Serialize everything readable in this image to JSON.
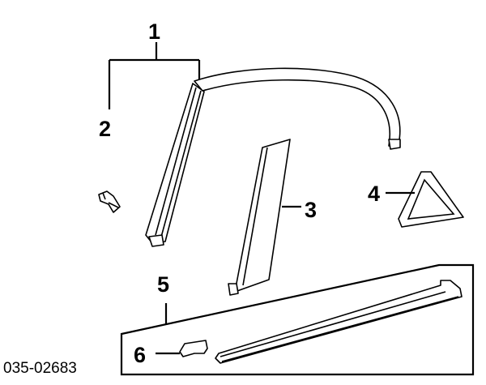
{
  "diagram": {
    "callouts": [
      "1",
      "2",
      "3",
      "4",
      "5",
      "6"
    ],
    "part_code": "035-02683",
    "colors": {
      "ink": "#000000",
      "background": "#ffffff"
    }
  }
}
